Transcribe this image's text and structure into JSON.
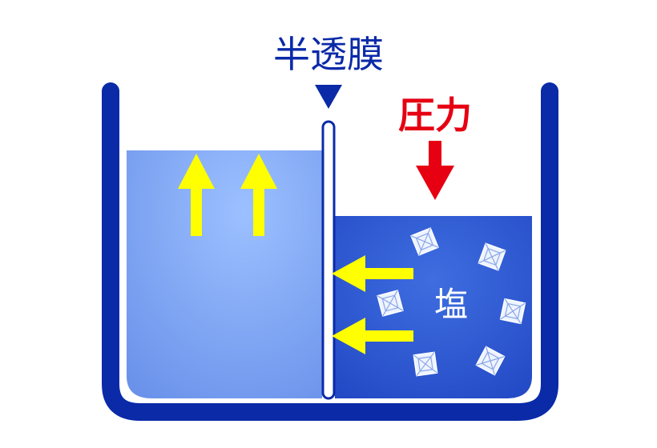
{
  "labels": {
    "membrane": "半透膜",
    "pressure": "圧力",
    "salt": "塩"
  },
  "colors": {
    "container": "#0a2aa8",
    "water_left": "#6d9cf0",
    "water_right": "#2a52cf",
    "arrow_flow": "#ffff00",
    "arrow_pressure": "#e60012",
    "membrane_label": "#0a2aa8",
    "pressure_label": "#e60012",
    "salt_label": "#ffffff"
  },
  "icons": {
    "salt_crystal": "salt-crystal-icon",
    "membrane_marker": "triangle-down-icon"
  }
}
